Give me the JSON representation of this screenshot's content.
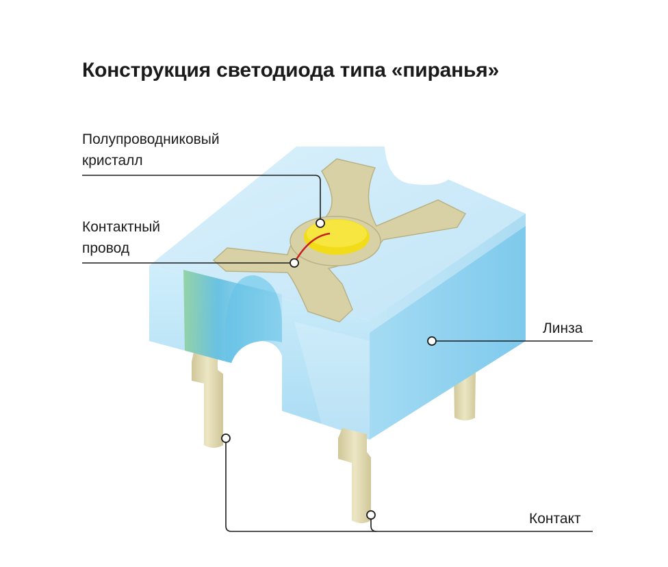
{
  "title": "Конструкция светодиода типа «пиранья»",
  "labels": {
    "crystal_line1": "Полупроводниковый",
    "crystal_line2": "кристалл",
    "wire_line1": "Контактный",
    "wire_line2": "провод",
    "lens": "Линза",
    "contact": "Контакт"
  },
  "colors": {
    "lens_top": "#cdeaf8",
    "lens_front": "#b8e0f5",
    "lens_side": "#8fd0ee",
    "frame": "#d6d0a4",
    "crystal": "#f2dc1a",
    "wire": "#c81e1e",
    "pin": "#e4ddb4",
    "leader": "#1a1a1a"
  }
}
